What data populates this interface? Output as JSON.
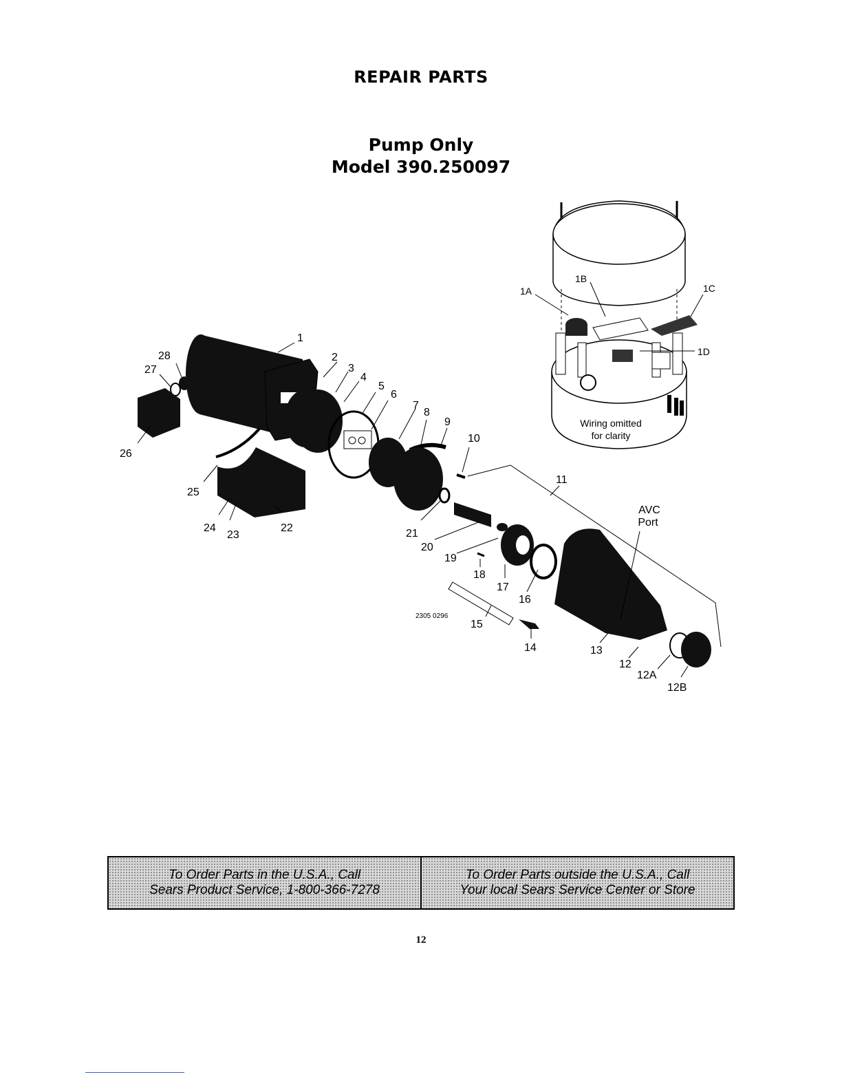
{
  "header": {
    "title": "REPAIR PARTS",
    "subtitle_line1": "Pump Only",
    "subtitle_line2": "Model 390.250097"
  },
  "diagram": {
    "part_labels": [
      "1",
      "2",
      "3",
      "4",
      "5",
      "6",
      "7",
      "8",
      "9",
      "10",
      "11",
      "12",
      "12A",
      "12B",
      "13",
      "14",
      "15",
      "16",
      "17",
      "18",
      "19",
      "20",
      "21",
      "22",
      "23",
      "24",
      "25",
      "26",
      "27",
      "28",
      "1A",
      "1B",
      "1C",
      "1D"
    ],
    "inset_note_line1": "Wiring omitted",
    "inset_note_line2": "for clarity",
    "avc_line1": "AVC",
    "avc_line2": "Port",
    "drawing_number": "2305 0296"
  },
  "order_box": {
    "left_line1": "To Order Parts in the U.S.A., Call",
    "left_line2": "Sears Product Service, 1-800-366-7278",
    "right_line1": "To Order Parts outside the U.S.A., Call",
    "right_line2": "Your local Sears Service Center or Store"
  },
  "footer": {
    "page_number": "12"
  }
}
